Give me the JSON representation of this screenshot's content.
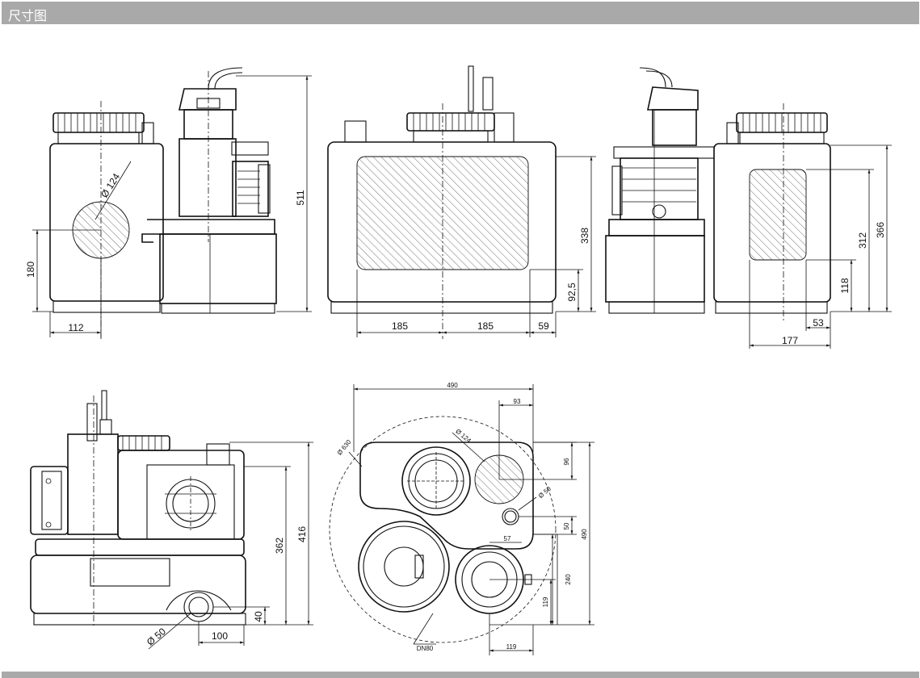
{
  "header": {
    "title": "尺寸图"
  },
  "views": {
    "side_left": {
      "dim_height": "511",
      "dim_inlet_dia": "Ø 124",
      "dim_inlet_height": "180",
      "dim_inlet_offset": "112"
    },
    "front": {
      "dim_height": "338",
      "dim_lower": "92,5",
      "dim_w1": "185",
      "dim_w2": "185",
      "dim_w3": "59"
    },
    "side_right": {
      "dim_h1": "366",
      "dim_h2": "312",
      "dim_h3": "118",
      "dim_w1": "53",
      "dim_w2": "177"
    },
    "rear": {
      "dim_h1": "416",
      "dim_h2": "362",
      "dim_h3": "40",
      "dim_w1": "100",
      "dim_outlet_dia": "Ø 50"
    },
    "top": {
      "dim_width": "490",
      "dim_93": "93",
      "dim_dia630": "Ø 630",
      "dim_dia124": "Ø 124",
      "dim_96": "96",
      "dim_dia50": "Ø 50",
      "dim_490v": "490",
      "dim_50": "50",
      "dim_57": "57",
      "dim_240": "240",
      "dim_119v": "119",
      "dim_119h": "119",
      "dim_dn80": "DN80"
    }
  }
}
